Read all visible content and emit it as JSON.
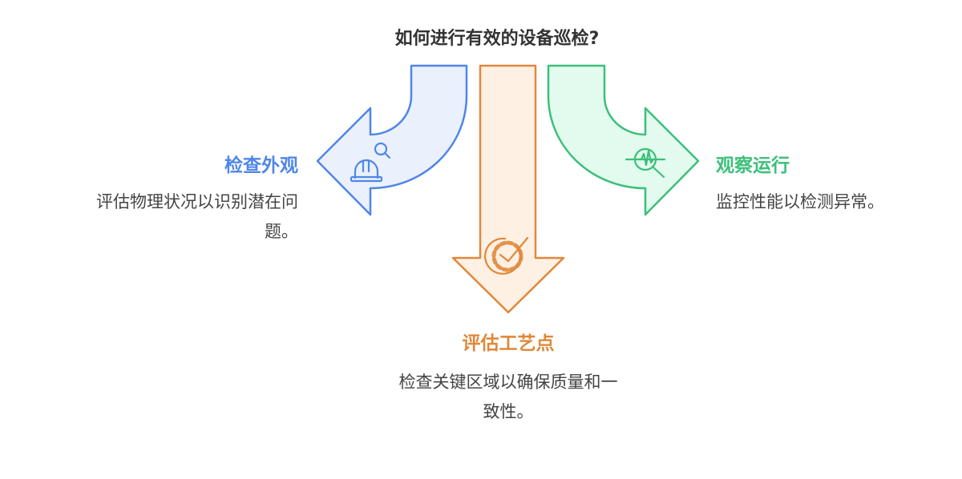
{
  "title": "如何进行有效的设备巡检?",
  "branches": [
    {
      "heading": "检查外观",
      "description_lines": [
        "评估物理状况以识别潜在问",
        "题。"
      ],
      "color": "#4f86e8",
      "fill": "#eaf1fd",
      "icon": "hard-hat-search-icon"
    },
    {
      "heading": "评估工艺点",
      "description_lines": [
        "检查关键区域以确保质量和一",
        "致性。"
      ],
      "color": "#e0883a",
      "fill": "#fef0e3",
      "icon": "gear-check-icon"
    },
    {
      "heading": "观察运行",
      "description_lines": [
        "监控性能以检测异常。"
      ],
      "color": "#3dbf7a",
      "fill": "#e2fbee",
      "icon": "pulse-search-icon"
    }
  ]
}
